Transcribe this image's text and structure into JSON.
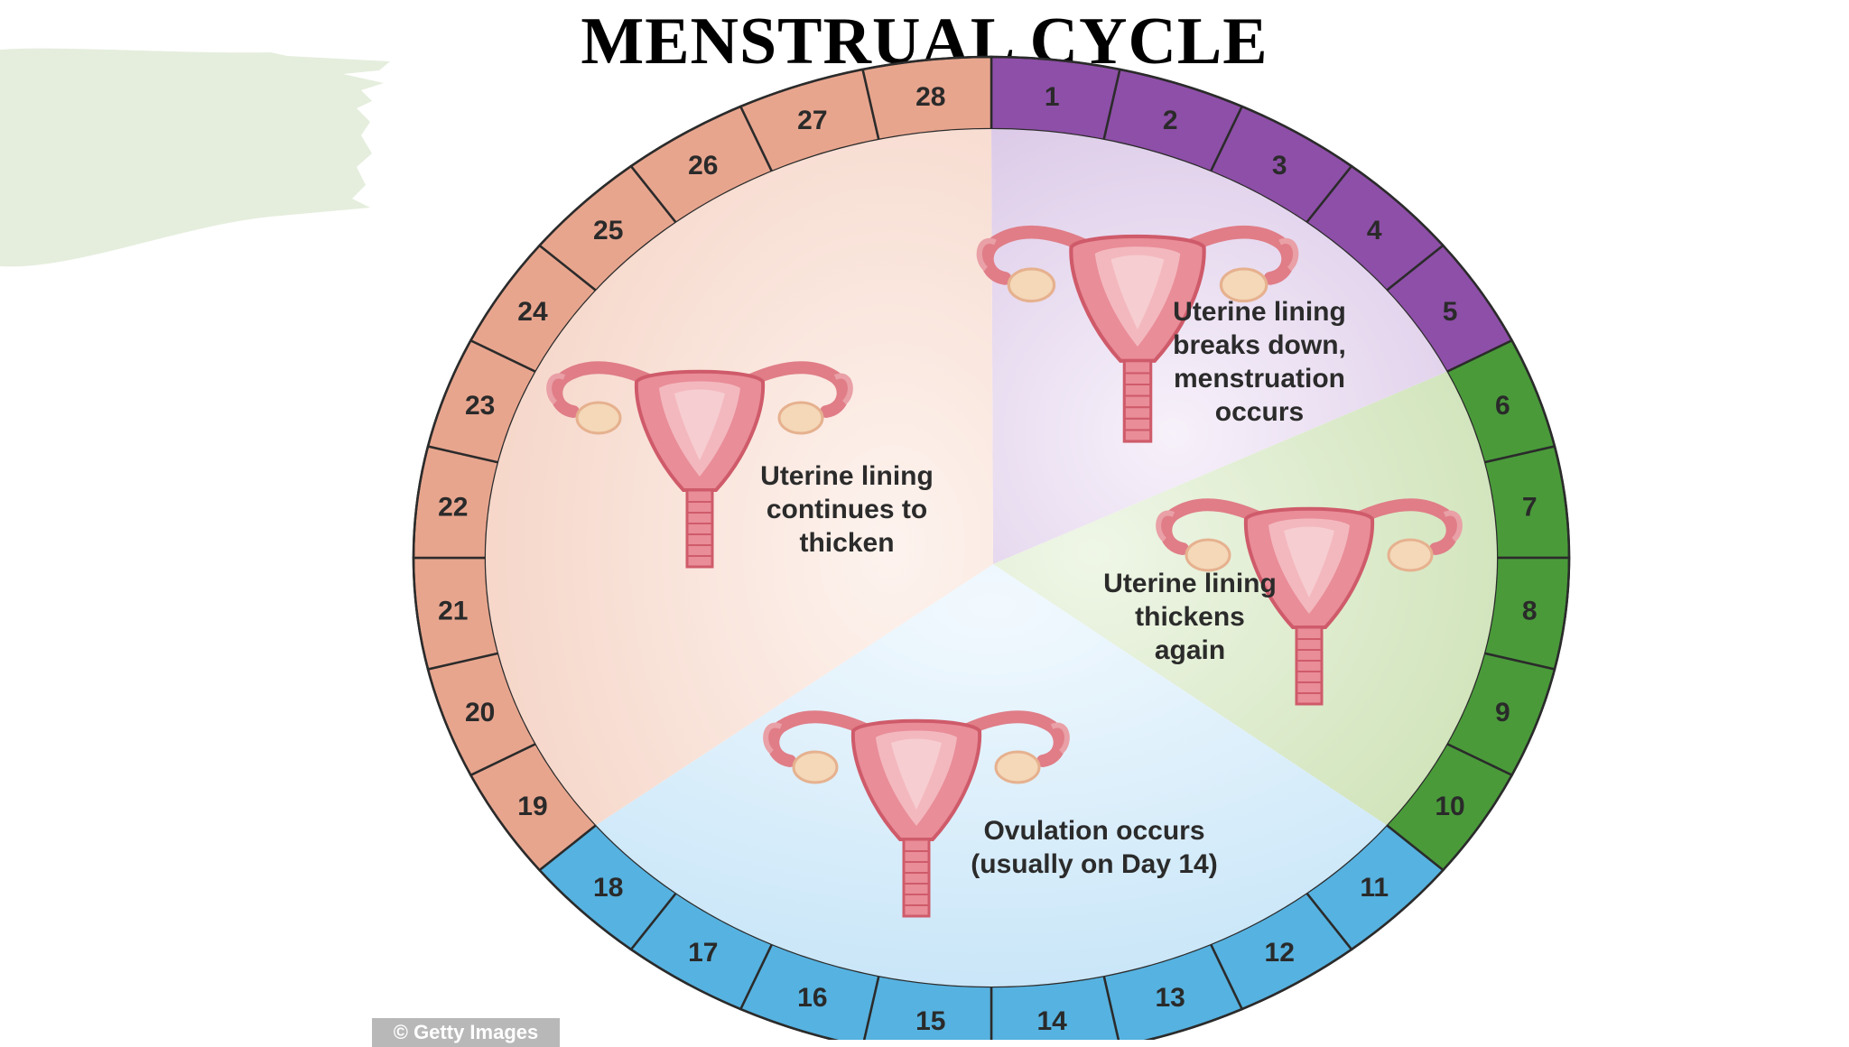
{
  "title": "MENSTRUAL CYCLE",
  "credit": "© Getty Images",
  "colors": {
    "menstrual_ring": "#8e4fa8",
    "menstrual_fill": "#e4d6ee",
    "follicular_ring": "#4a9a3a",
    "follicular_fill": "#dbeac9",
    "ovulation_ring": "#56b2e0",
    "ovulation_fill": "#d7edf9",
    "luteal_ring": "#e8a58e",
    "luteal_fill": "#fae4da",
    "brush": "#e5eedd"
  },
  "days": [
    "1",
    "2",
    "3",
    "4",
    "5",
    "6",
    "7",
    "8",
    "9",
    "10",
    "11",
    "12",
    "13",
    "14",
    "15",
    "16",
    "17",
    "18",
    "19",
    "20",
    "21",
    "22",
    "23",
    "24",
    "25",
    "26",
    "27",
    "28"
  ],
  "phases": [
    {
      "id": "menstruation",
      "days": [
        1,
        5
      ],
      "lines": [
        "Uterine lining",
        "breaks down,",
        "menstruation",
        "occurs"
      ],
      "icon": "uterus-icon"
    },
    {
      "id": "thickens-again",
      "days": [
        6,
        10
      ],
      "lines": [
        "Uterine lining",
        "thickens",
        "again"
      ],
      "icon": "uterus-icon"
    },
    {
      "id": "ovulation",
      "days": [
        11,
        18
      ],
      "lines": [
        "Ovulation occurs",
        "(usually on Day 14)"
      ],
      "icon": "uterus-icon"
    },
    {
      "id": "continues-thicken",
      "days": [
        19,
        28
      ],
      "lines": [
        "Uterine lining",
        "continues to",
        "thicken"
      ],
      "icon": "uterus-icon"
    }
  ]
}
